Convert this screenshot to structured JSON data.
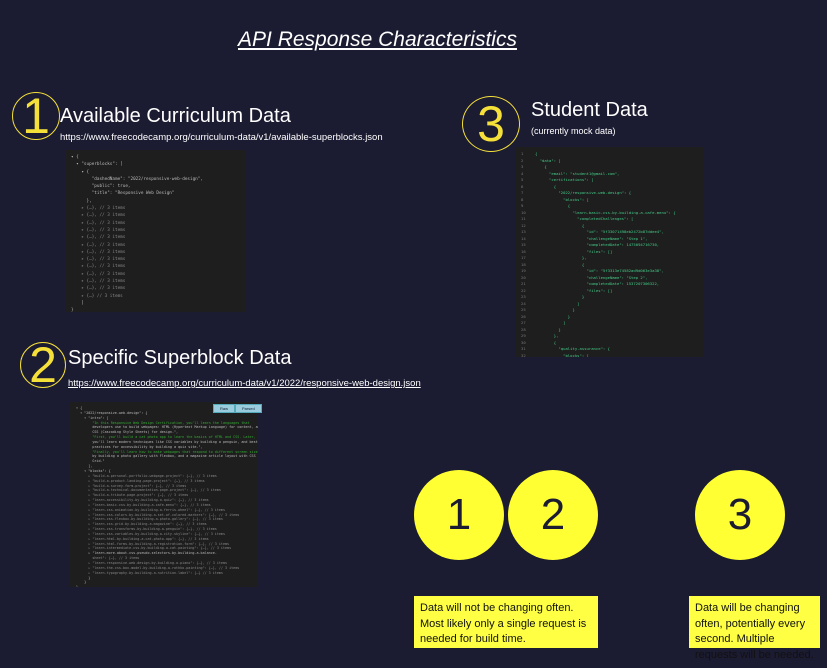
{
  "title": "API Response Characteristics",
  "sections": [
    {
      "number": "1",
      "heading": "Available Curriculum Data",
      "url": "https://www.freecodecamp.org/curriculum-data/v1/available-superblocks.json",
      "code": [
        "▾ {",
        "  ▾ \"superblocks\": [",
        "    ▾ {",
        "        \"dashedName\": \"2022/responsive-web-design\",",
        "        \"public\": true,",
        "        \"title\": \"Responsive Web Design\"",
        "      },",
        "    ▸ {…}, // 3 items",
        "    ▸ {…}, // 3 items",
        "    ▸ {…}, // 3 items",
        "    ▸ {…}, // 3 items",
        "    ▸ {…}, // 3 items",
        "    ▸ {…}, // 3 items",
        "    ▸ {…}, // 3 items",
        "    ▸ {…}, // 3 items",
        "    ▸ {…}, // 3 items",
        "    ▸ {…}, // 3 items",
        "    ▸ {…}, // 3 items",
        "    ▸ {…}, // 3 items",
        "    ▸ {…} // 3 items",
        "    ]",
        "}"
      ]
    },
    {
      "number": "2",
      "heading": "Specific Superblock Data",
      "url": "https://www.freecodecamp.org/curriculum-data/v1/2022/responsive-web-design.json",
      "buttons": [
        "Raw",
        "Parsed"
      ],
      "code": [
        "▾ {",
        "  ▾ \"2022/responsive-web-design\": {",
        "    ▾ \"intro\": [",
        "        \"In this Responsive Web Design Certification, you'll learn the languages that",
        "        developers use to build webpages: HTML (Hypertext Markup Language) for content, and",
        "        CSS (Cascading Style Sheets) for design.\",",
        "        \"First, you'll build a cat photo app to learn the basics of HTML and CSS. Later,",
        "        you'll learn modern techniques like CSS variables by building a penguin, and best",
        "        practices for accessibility by building a quiz site.\",",
        "        \"Finally, you'll learn how to make webpages that respond to different screen sizes",
        "        by building a photo gallery with Flexbox, and a magazine article layout with CSS",
        "        Grid.\"",
        "      ],",
        "    ▾ \"blocks\": {",
        "      ▸ \"build-a-personal-portfolio-webpage-project\": {…}, // 3 items",
        "      ▸ \"build-a-product-landing-page-project\": {…}, // 3 items",
        "      ▸ \"build-a-survey-form-project\": {…}, // 3 items",
        "      ▸ \"build-a-technical-documentation-page-project\": {…}, // 3 items",
        "      ▸ \"build-a-tribute-page-project\": {…}, // 3 items",
        "      ▸ \"learn-accessibility-by-building-a-quiz\": {…}, // 3 items",
        "      ▸ \"learn-basic-css-by-building-a-cafe-menu\": {…}, // 3 items",
        "      ▸ \"learn-css-animation-by-building-a-ferris-wheel\": {…}, // 3 items",
        "      ▸ \"learn-css-colors-by-building-a-set-of-colored-markers\": {…}, // 3 items",
        "      ▸ \"learn-css-flexbox-by-building-a-photo-gallery\": {…}, // 3 items",
        "      ▸ \"learn-css-grid-by-building-a-magazine\": {…}, // 3 items",
        "      ▸ \"learn-css-transforms-by-building-a-penguin\": {…}, // 3 items",
        "      ▸ \"learn-css-variables-by-building-a-city-skyline\": {…}, // 3 items",
        "      ▸ \"learn-html-by-building-a-cat-photo-app\": {…}, // 3 items",
        "      ▸ \"learn-html-forms-by-building-a-registration-form\": {…}, // 3 items",
        "      ▸ \"learn-intermediate-css-by-building-a-cat-painting\": {…}, // 3 items",
        "      ▸ \"learn-more-about-css-pseudo-selectors-by-building-a-balance-",
        "        sheet\": {…}, // 3 items",
        "      ▸ \"learn-responsive-web-design-by-building-a-piano\": {…}, // 3 items",
        "      ▸ \"learn-the-css-box-model-by-building-a-rothko-painting\": {…}, // 3 items",
        "      ▸ \"learn-typography-by-building-a-nutrition-label\": {…} // 3 items",
        "      }",
        "    }",
        "}"
      ]
    },
    {
      "number": "3",
      "heading": "Student Data",
      "subheading": "(currently mock data)",
      "code": [
        "{",
        "  \"data\": [",
        "    {",
        "      \"email\": \"student1@gmail.com\",",
        "      \"certifications\": [",
        "        {",
        "          \"2022/responsive-web-design\": {",
        "            \"blocks\": [",
        "              {",
        "                \"learn-basic-css-by-building-a-cafe-menu\": {",
        "                  \"completedChallenges\": [",
        "                    {",
        "                      \"id\": \"5f33071498eb2472b87ddee4\",",
        "                      \"challengeName\": \"Step 1\",",
        "                      \"completedDate\": 1475094716730,",
        "                      \"files\": []",
        "                    },",
        "                    {",
        "                      \"id\": \"5f3313e74582ad9d063e3a38\",",
        "                      \"challengeName\": \"Step 2\",",
        "                      \"completedDate\": 1537207306322,",
        "                      \"files\": []",
        "                    }",
        "                  ]",
        "                }",
        "              }",
        "            ]",
        "          }",
        "        },",
        "        {",
        "          \"quality-assurance\": {",
        "            \"blocks\": ["
      ]
    }
  ],
  "summary": [
    {
      "numbers": [
        "1",
        "2"
      ],
      "note": "Data will not be changing often. Most likely only a single request is needed for build time."
    },
    {
      "numbers": [
        "3"
      ],
      "note": "Data will be changing often, potentially every second. Multiple requests will be needed."
    }
  ],
  "colors": {
    "background": "#1b1b32",
    "accent": "#f5e03a",
    "note": "#ffff44"
  }
}
